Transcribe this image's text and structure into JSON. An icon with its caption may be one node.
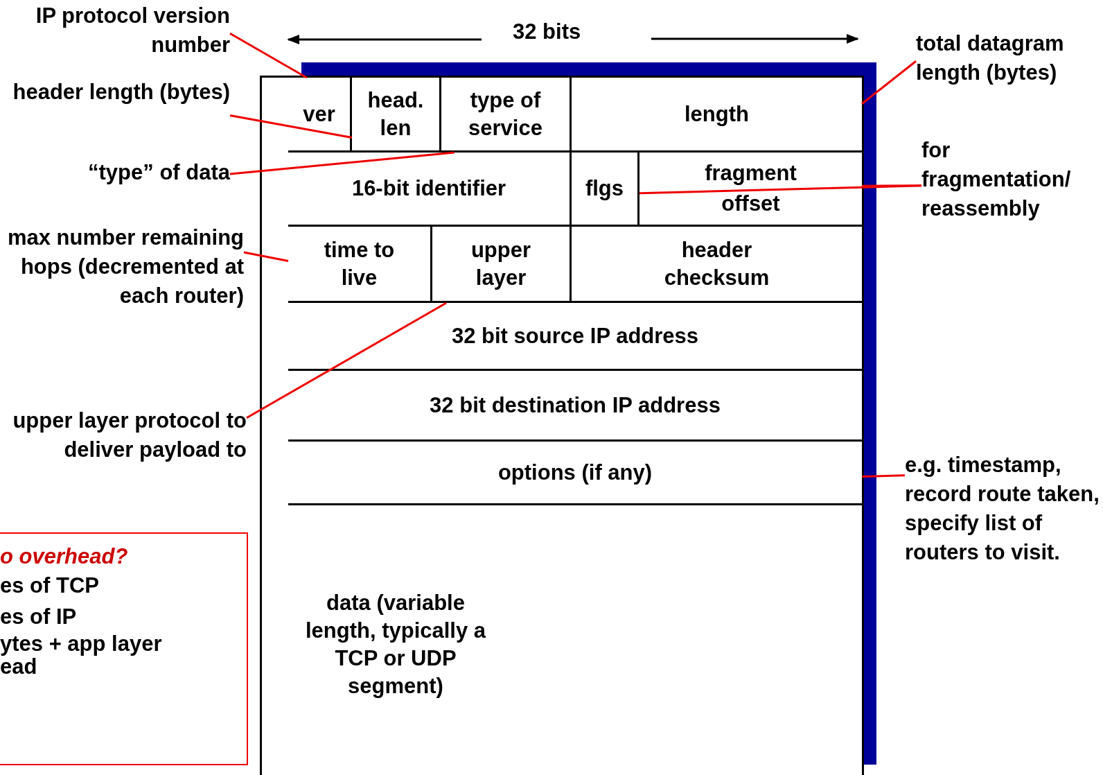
{
  "diagram": {
    "nodes": [
      {
        "text": [
          "IP protocol version number"
        ]
      },
      {
        "text": [
          "header length (bytes)"
        ]
      },
      {
        "text": [
          "“type” of data"
        ]
      },
      {
        "text": [
          "max number remaining hops (decremented at each router)"
        ]
      },
      {
        "text": [
          "upper layer protocol to deliver payload to"
        ]
      },
      {
        "text": [
          "total datagram length (bytes)"
        ]
      },
      {
        "text": [
          "for fragmentation/ reassembly"
        ]
      },
      {
        "text": [
          "e.g. timestamp, record route taken, specify list of routers to visit."
        ]
      },
      {
        "text": [
          "ver"
        ]
      },
      {
        "text": [
          "head. len"
        ]
      },
      {
        "text": [
          "type of service"
        ]
      },
      {
        "text": [
          "length"
        ]
      },
      {
        "text": [
          "16-bit identifier"
        ]
      },
      {
        "text": [
          "flgs"
        ]
      },
      {
        "text": [
          "fragment offset"
        ]
      },
      {
        "text": [
          "time to live"
        ]
      },
      {
        "text": [
          "upper layer"
        ]
      },
      {
        "text": [
          "header checksum"
        ]
      },
      {
        "text": [
          "32 bit source IP address"
        ]
      },
      {
        "text": [
          "32 bit destination IP address"
        ]
      },
      {
        "text": [
          "options (if any)"
        ]
      },
      {
        "text": [
          "data (variable length, typically a TCP or UDP segment)"
        ]
      },
      {
        "text": [
          "o overhead?",
          "es of TCP",
          "es of IP",
          "ytes + app layer ead"
        ]
      }
    ],
    "edges": [
      {
        "from": 0,
        "to": 8,
        "arrow": "none"
      },
      {
        "from": 1,
        "to": 9,
        "arrow": "none"
      },
      {
        "from": 2,
        "to": 10,
        "arrow": "none"
      },
      {
        "from": 3,
        "to": 15,
        "arrow": "none"
      },
      {
        "from": 4,
        "to": 16,
        "arrow": "none"
      },
      {
        "from": 5,
        "to": 11,
        "arrow": "none"
      },
      {
        "from": 6,
        "to": 13,
        "arrow": "none"
      },
      {
        "from": 6,
        "to": 14,
        "arrow": "none"
      },
      {
        "from": 7,
        "to": 20,
        "arrow": "none"
      }
    ],
    "labels": [
      "32 bits"
    ]
  }
}
